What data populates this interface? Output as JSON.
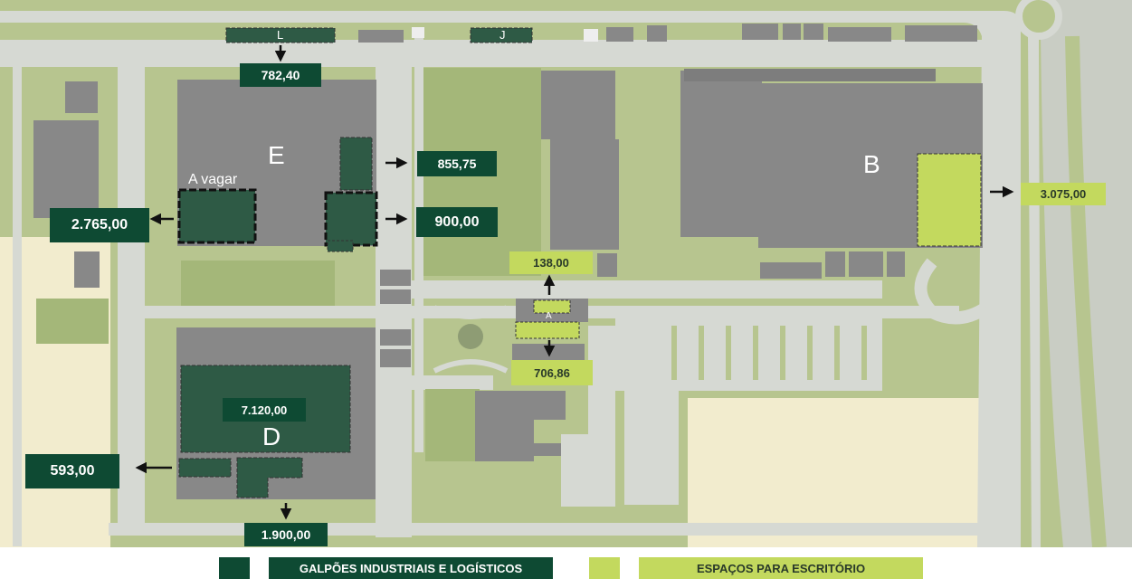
{
  "colors": {
    "ground": "#b7c58f",
    "lawn": "#a4b779",
    "road": "#d6d9d3",
    "building": "#888888",
    "warehouse_space": "#2e5a45",
    "office_space": "#c3d95e",
    "label_dark": "#0e4a33",
    "empty_lot": "#f2ecce"
  },
  "buildings": {
    "E": "E",
    "B": "B",
    "D": "D",
    "L": "L",
    "J": "J",
    "A": "A"
  },
  "notes": {
    "a_vagar": "A vagar"
  },
  "areas": {
    "e_top": "782,40",
    "e_right_upper": "855,75",
    "e_right_lower": "900,00",
    "e_left": "2.765,00",
    "b_right": "3.075,00",
    "a_top": "138,00",
    "a_bottom": "706,86",
    "d_center": "7.120,00",
    "d_left": "593,00",
    "d_bottom": "1.900,00"
  },
  "legend": {
    "warehouses": "GALPÕES INDUSTRIAIS E LOGÍSTICOS",
    "offices": "ESPAÇOS PARA ESCRITÓRIO"
  }
}
